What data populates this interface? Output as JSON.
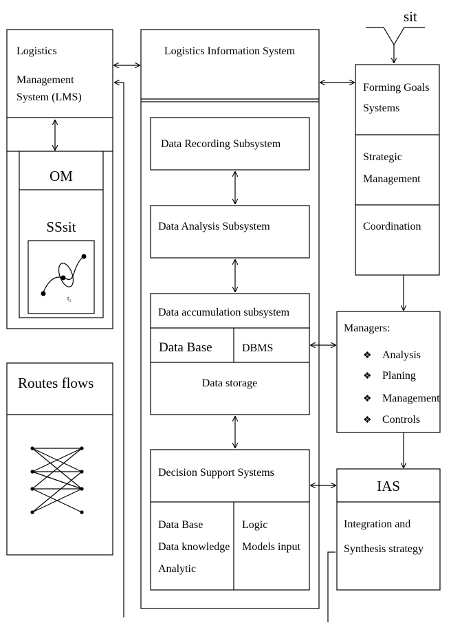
{
  "lms": {
    "title_lines": [
      "Logistics",
      "Management",
      "System (LMS)"
    ],
    "om": "OM",
    "ssit": "SSsit",
    "t_label": "t₁"
  },
  "routes": {
    "title": "Routes flows"
  },
  "lis": {
    "title": "Logistics Information System",
    "data_recording": "Data Recording Subsystem",
    "data_analysis": "Data Analysis  Subsystem",
    "data_accumulation": "Data accumulation  subsystem",
    "data_base": "Data Base",
    "dbms": "DBMS",
    "data_storage": "Data storage",
    "dss": "Decision  Support Systems",
    "dss_left_lines": [
      "Data Base",
      "Data knowledge",
      "Analytic"
    ],
    "dss_right_lines": [
      "Logic",
      "Models input"
    ]
  },
  "sit": "sit",
  "goals": {
    "forming_lines": [
      "Forming Goals",
      "Systems"
    ],
    "strategic_lines": [
      "Strategic",
      "Management"
    ],
    "coordination": "Coordination"
  },
  "managers": {
    "title": "Managers:",
    "items": [
      "Analysis",
      "Planing",
      "Management",
      "Controls"
    ],
    "bullet": "❖"
  },
  "ias": {
    "title": "IAS",
    "body_lines": [
      "Integration and",
      "Synthesis strategy"
    ]
  }
}
